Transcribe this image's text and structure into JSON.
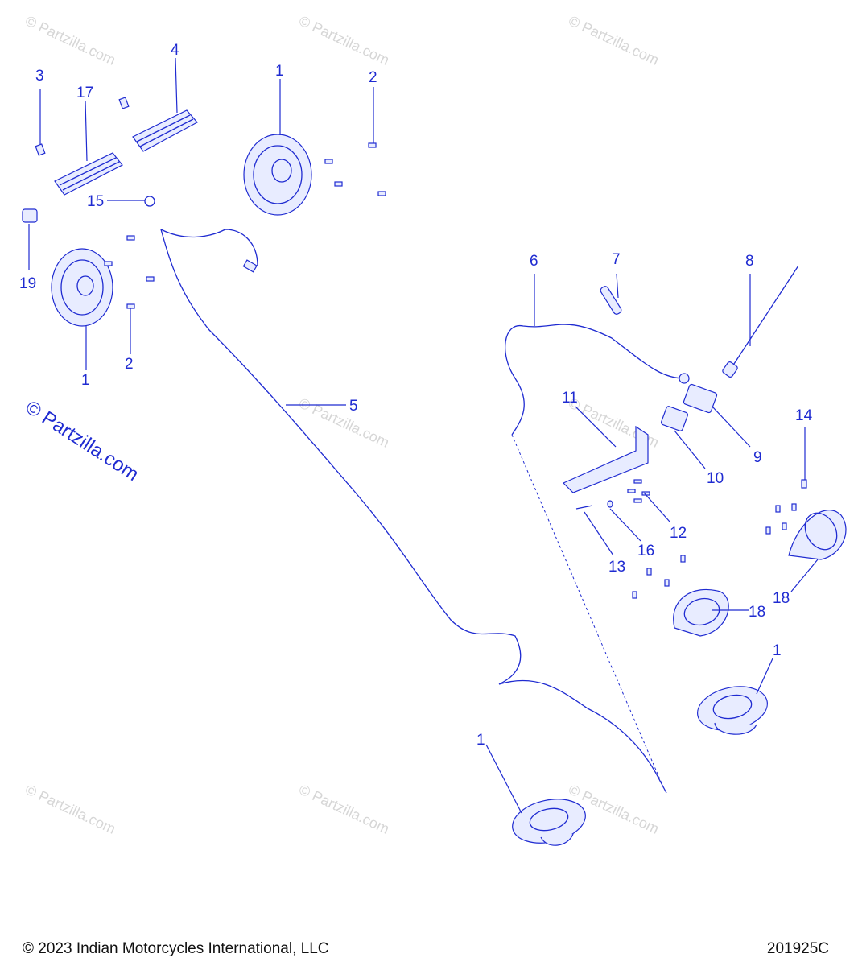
{
  "watermark": "© Partzilla.com",
  "footer": {
    "copyright": "© 2023 Indian Motorcycles International, LLC",
    "drawing_number": "201925C"
  },
  "callouts": {
    "c1a": "1",
    "c1b": "1",
    "c1c": "1",
    "c1d": "1",
    "c2a": "2",
    "c2b": "2",
    "c3": "3",
    "c4": "4",
    "c5": "5",
    "c6": "6",
    "c7": "7",
    "c8": "8",
    "c9": "9",
    "c10": "10",
    "c11": "11",
    "c12": "12",
    "c13": "13",
    "c14": "14",
    "c15": "15",
    "c16": "16",
    "c17": "17",
    "c18a": "18",
    "c18b": "18",
    "c19": "19"
  }
}
